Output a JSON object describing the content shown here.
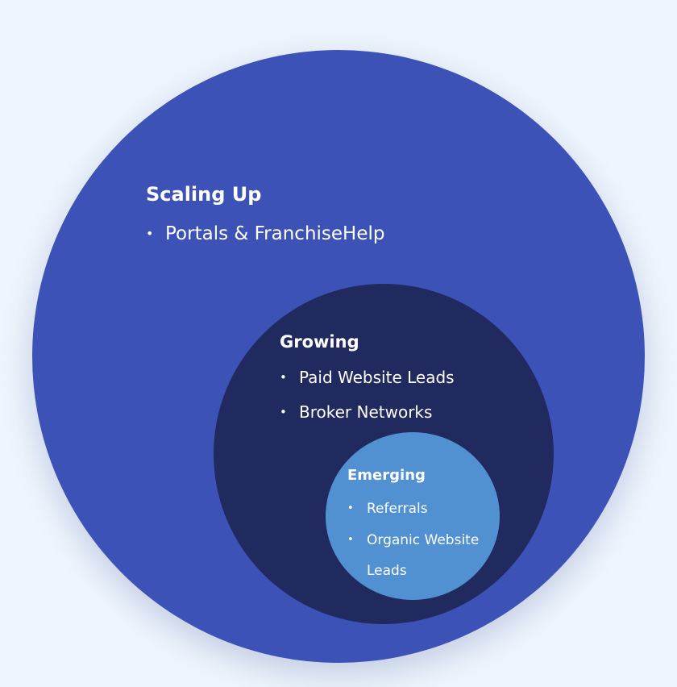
{
  "diagram": {
    "colors": {
      "background": "#eef5fd",
      "outer": "#3d52b6",
      "middle": "#212a5f",
      "inner": "#5190d1",
      "text": "#ffffff"
    },
    "bullet_glyph": "•",
    "outer": {
      "title": "Scaling Up",
      "items": [
        "Portals & FranchiseHelp"
      ]
    },
    "middle": {
      "title": "Growing",
      "items": [
        "Paid Website Leads",
        "Broker Networks"
      ]
    },
    "inner": {
      "title": "Emerging",
      "items": [
        "Referrals",
        "Organic Website",
        "Leads"
      ]
    }
  }
}
